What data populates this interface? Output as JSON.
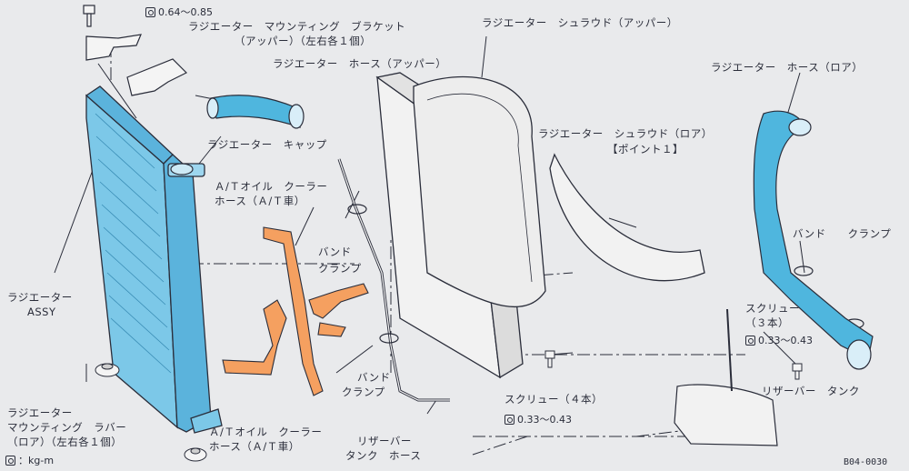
{
  "labels": {
    "radiator_mount_bracket": "ラジエーター　マウンティング　ブラケット",
    "radiator_mount_bracket_sub": "（アッパー）（左右各１個）",
    "radiator_hose_upper": "ラジエーター　ホース（アッパー）",
    "radiator_shroud_upper": "ラジエーター　シュラウド（アッパー）",
    "radiator_hose_lower": "ラジエーター　ホース（ロア）",
    "radiator_shroud_lower": "ラジエーター　シュラウド（ロア）",
    "point_1": "【ポイント１】",
    "radiator_cap": "ラジエーター　キャップ",
    "at_oil_cooler_hose_1": "Ａ/Ｔオイル　クーラー",
    "at_oil_cooler_hose_1_sub": "ホース（Ａ/Ｔ車）",
    "band_clamp_1": "バンド",
    "band_clamp_1_sub": "クランプ",
    "band_clamp_right": "バンド　　クランプ",
    "radiator_assy": "ラジエーター",
    "radiator_assy_sub": "ASSY",
    "screw_3": "スクリュー",
    "screw_3_sub": "（３本）",
    "band_clamp_2": "バンド",
    "band_clamp_2_sub": "クランプ",
    "screw_4": "スクリュー（４本）",
    "reservoir_tank": "リザーバー　タンク",
    "radiator_mount_rubber": "ラジエーター",
    "radiator_mount_rubber_sub1": "マウンティング　ラバー",
    "radiator_mount_rubber_sub2": "（ロア）（左右各１個）",
    "at_oil_cooler_hose_2": "Ａ/Ｔオイル　クーラー",
    "at_oil_cooler_hose_2_sub": "ホース（Ａ/Ｔ車）",
    "reservoir_tank_hose": "リザーバー",
    "reservoir_tank_hose_sub": "タンク　ホース"
  },
  "torques": {
    "bracket_bolt": "0.64～0.85",
    "screw_3": "0.33～0.43",
    "screw_4": "0.33～0.43"
  },
  "legend": {
    "unit": "：kg-m"
  },
  "figure_code": "B04-0030",
  "colors": {
    "background": "#e9eaec",
    "line": "#2a2d3a",
    "hose_blue": "#4fb6de",
    "hose_orange": "#f5a060",
    "radiator_fill": "#7cc8e8"
  }
}
